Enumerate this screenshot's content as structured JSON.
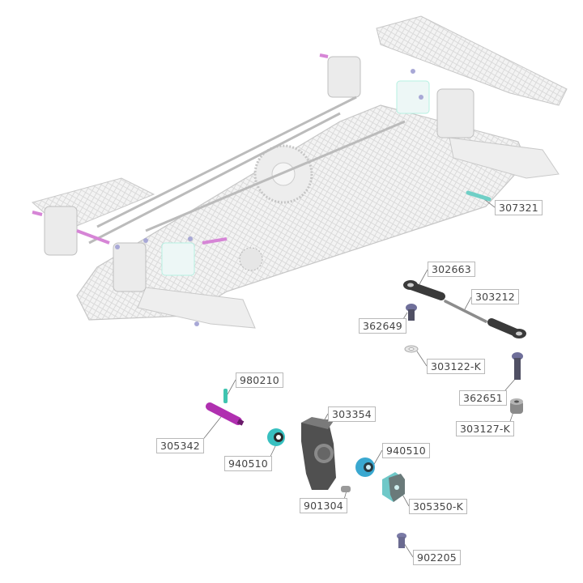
{
  "diagram": {
    "parts": [
      {
        "id": "307321",
        "label": "307321",
        "color": "#7fd6cf"
      },
      {
        "id": "302663",
        "label": "302663",
        "color": "#3c3c3c"
      },
      {
        "id": "303212",
        "label": "303212",
        "color": "#9a9a9a"
      },
      {
        "id": "362649",
        "label": "362649",
        "color": "#6f6f9a"
      },
      {
        "id": "303122-K",
        "label": "303122-K",
        "color": "#cfcfcf"
      },
      {
        "id": "362651",
        "label": "362651",
        "color": "#6f6f9a"
      },
      {
        "id": "303127-K",
        "label": "303127-K",
        "color": "#8a8a8a"
      },
      {
        "id": "980210",
        "label": "980210",
        "color": "#3fc4b0"
      },
      {
        "id": "303354",
        "label": "303354",
        "color": "#555555"
      },
      {
        "id": "305342",
        "label": "305342",
        "color": "#b030b0"
      },
      {
        "id": "940510-left",
        "label": "940510",
        "color": "#38c0c0"
      },
      {
        "id": "940510-right",
        "label": "940510",
        "color": "#3aa8d0"
      },
      {
        "id": "901304",
        "label": "901304",
        "color": "#9a9a9a"
      },
      {
        "id": "305350-K",
        "label": "305350-K",
        "color": "#6fc8c8"
      },
      {
        "id": "902205",
        "label": "902205",
        "color": "#7a7aa6"
      }
    ]
  }
}
